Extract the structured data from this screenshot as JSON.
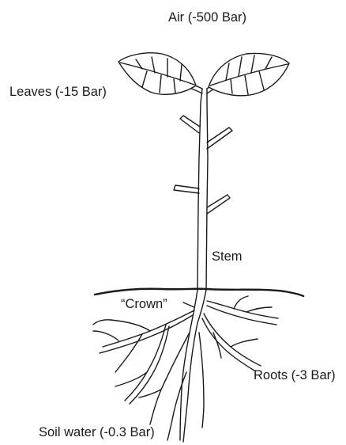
{
  "labels": {
    "air": "Air (-500 Bar)",
    "leaves": "Leaves (-15 Bar)",
    "stem": "Stem",
    "crown": "“Crown”",
    "roots": "Roots (-3 Bar)",
    "soil_water": "Soil water (-0.3 Bar)"
  },
  "colors": {
    "line": "#1a1a1a",
    "background": "#ffffff"
  }
}
